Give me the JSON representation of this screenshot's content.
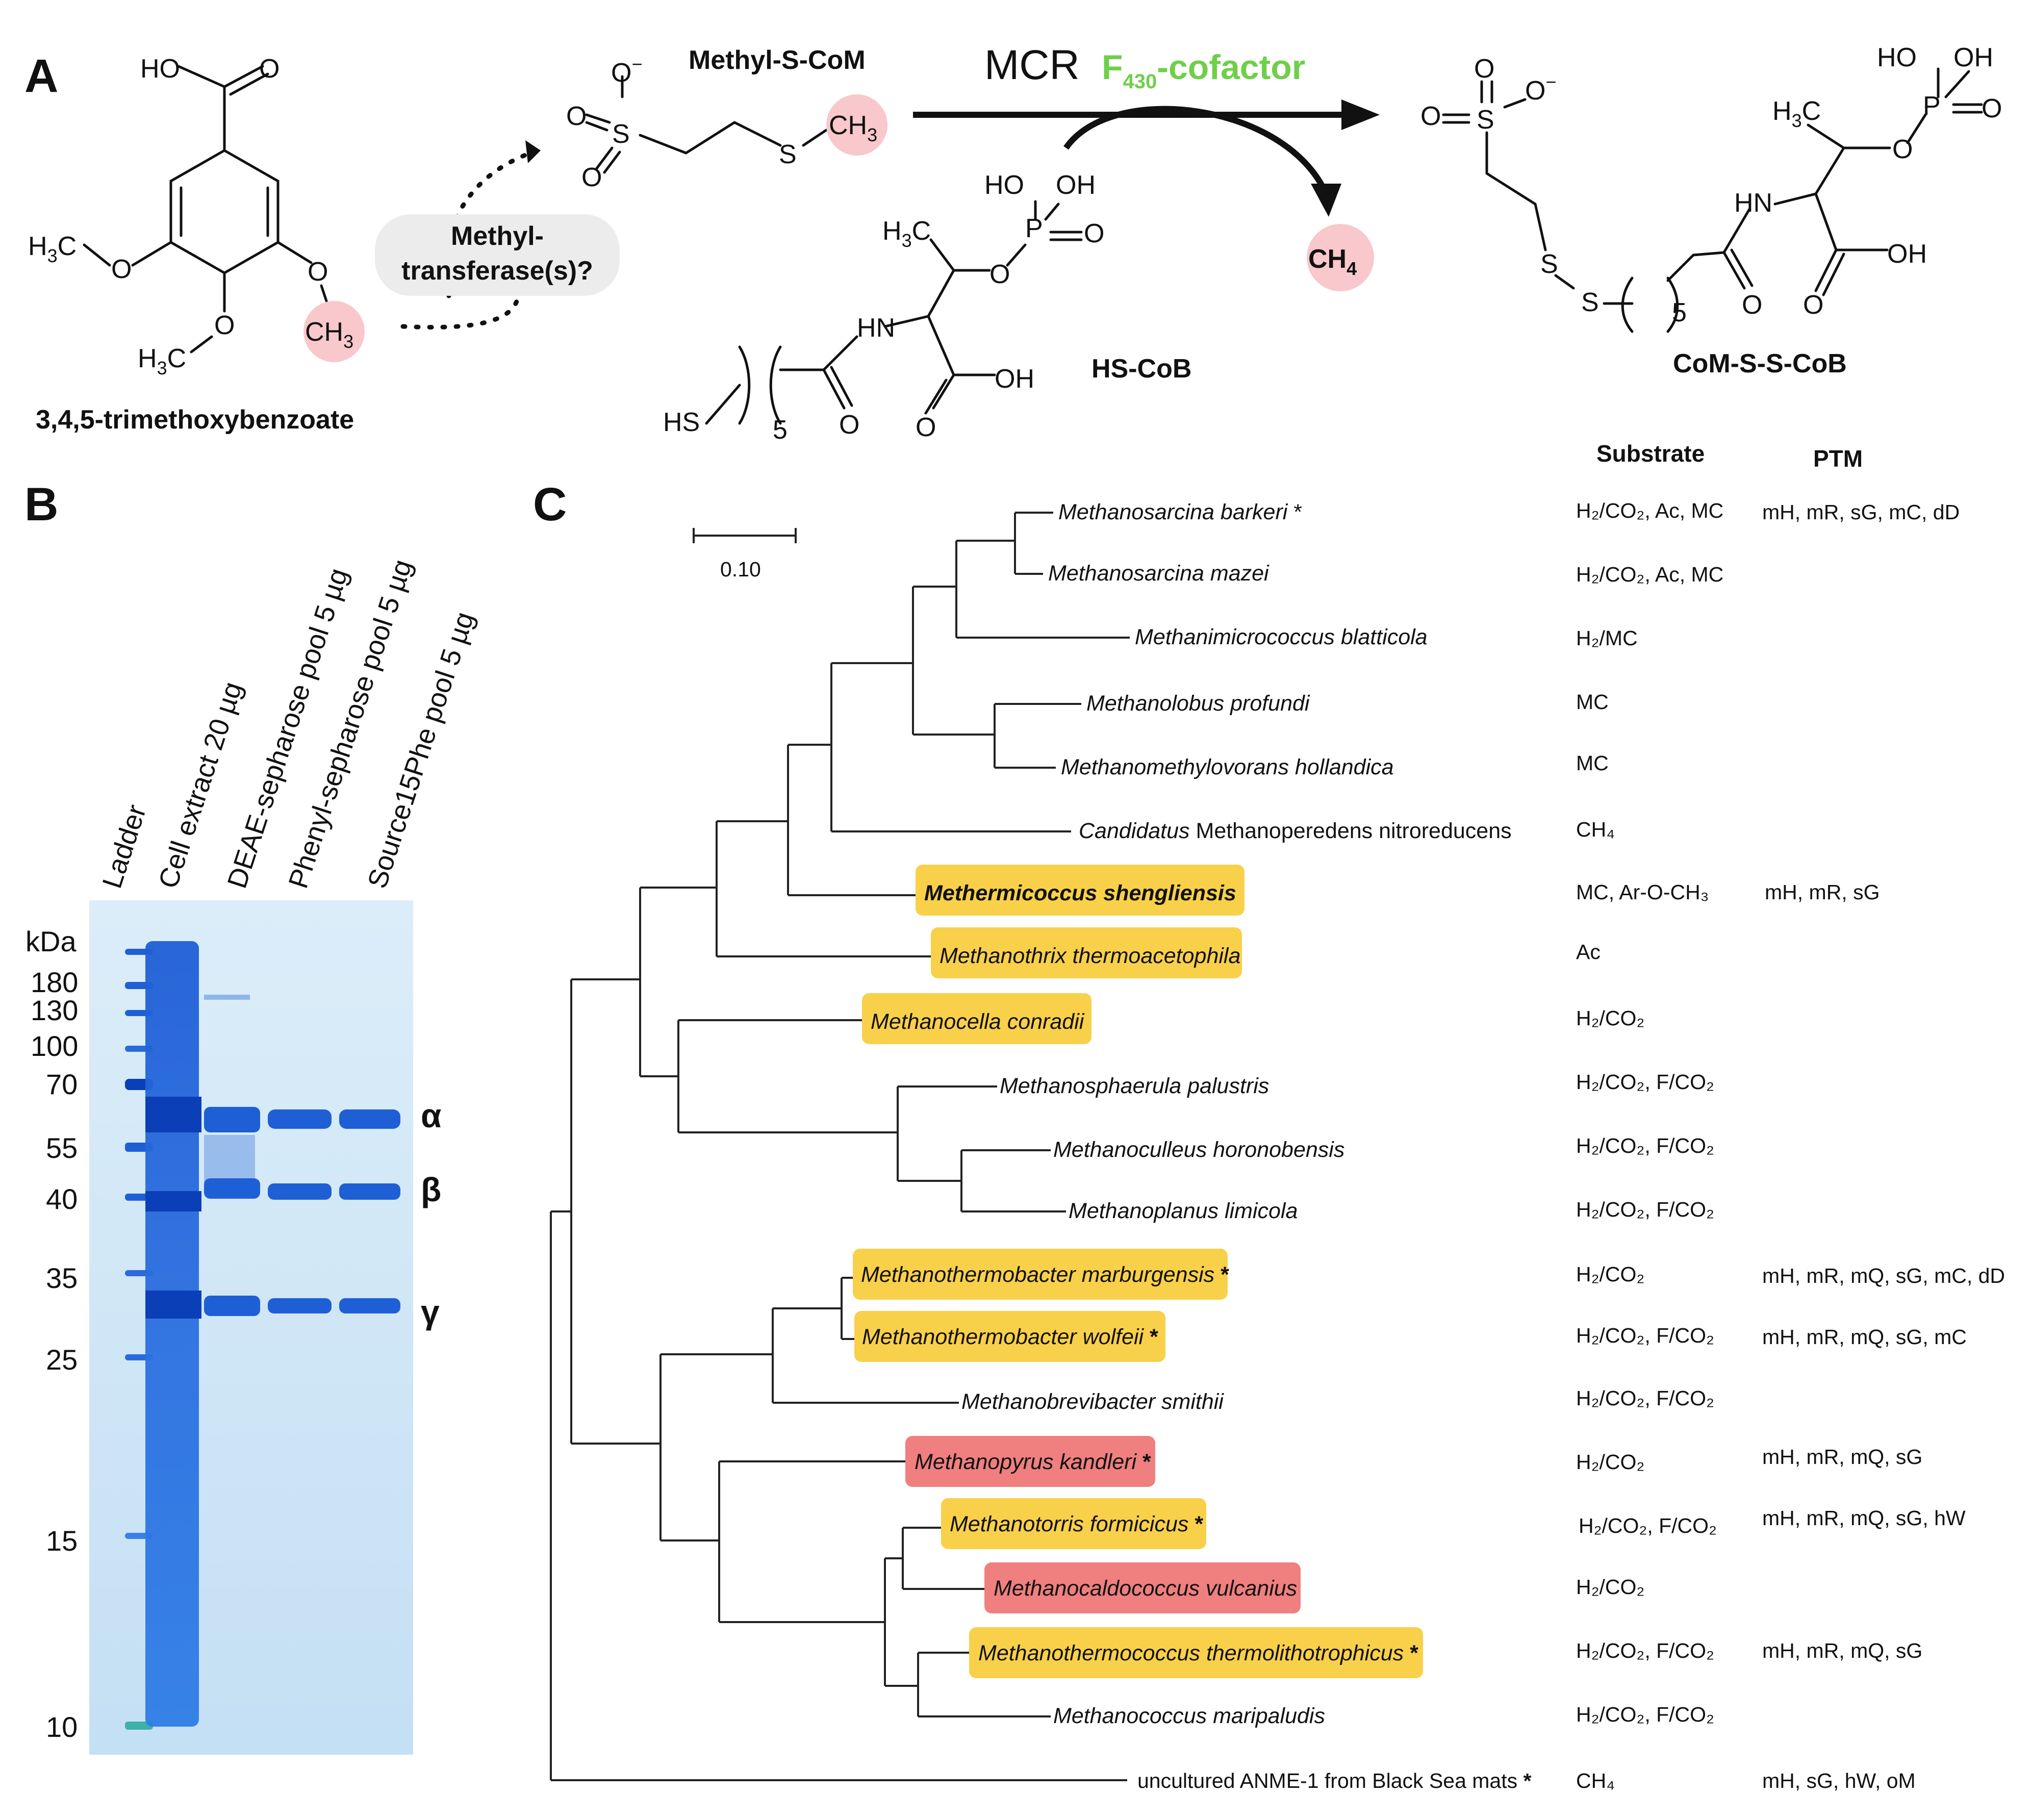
{
  "panels": {
    "a": "A",
    "b": "B",
    "c": "C"
  },
  "panel_a": {
    "substrate_name": "3,4,5-trimethoxybenzoate",
    "substrate_groups": {
      "acid": "HO",
      "acid_o": "O",
      "methoxy_left_h": "H",
      "methoxy_left_sub": "3",
      "methoxy_left_c": "C",
      "methoxy_bottom_h": "H",
      "methoxy_bottom_sub": "3",
      "methoxy_bottom_c": "C",
      "o": "O",
      "ch3_c": "CH",
      "ch3_sub": "3"
    },
    "methyltransferase_label": [
      "Methyl-",
      "transferase(s)?"
    ],
    "methyl_scom": "Methyl-S-CoM",
    "scom_atoms": {
      "o_minus": "O",
      "minus": "−",
      "o": "O",
      "s": "S",
      "ch3": "CH",
      "ch3_sub": "3"
    },
    "mcr_label": "MCR",
    "cofactor_label": {
      "f": "F",
      "sub": "430",
      "rest": "-cofactor"
    },
    "ch4": {
      "c": "CH",
      "sub": "4"
    },
    "hscob": "HS-CoB",
    "hscob_atoms": {
      "ho": "HO",
      "oh": "OH",
      "p": "P",
      "o": "O",
      "h3c_h": "H",
      "h3c_sub": "3",
      "h3c_c": "C",
      "hn": "HN",
      "hs": "HS",
      "n5": "5"
    },
    "product": "CoM-S-S-CoB",
    "product_atoms": {
      "ho": "HO",
      "oh": "OH",
      "p": "P",
      "o": "O",
      "h3c_h": "H",
      "h3c_sub": "3",
      "h3c_c": "C",
      "hn": "HN",
      "s": "S",
      "n5": "5",
      "o_minus": "O",
      "minus": "−"
    }
  },
  "panel_b": {
    "lanes": [
      "Ladder",
      "Cell extract 20 µg",
      "DEAE-sepharose pool 5 µg",
      "Phenyl-sepharose pool 5 µg",
      "Source15Phe pool 5 µg"
    ],
    "unit": "kDa",
    "markers": [
      "180",
      "130",
      "100",
      "70",
      "55",
      "40",
      "35",
      "25",
      "15",
      "10"
    ],
    "subunits": [
      "α",
      "β",
      "γ"
    ],
    "colors": {
      "gel_bg": "#cfe6f7",
      "band": "#1f5fd6",
      "band_dark": "#0b3fb8"
    }
  },
  "panel_c": {
    "scale_label": "0.10",
    "headers": {
      "substrate": "Substrate",
      "ptm": "PTM"
    },
    "taxa": [
      {
        "name": "Methanosarcina barkeri",
        "star": "*",
        "substrate": "H₂/CO₂, Ac, MC",
        "ptm": "mH, mR, sG, mC, dD",
        "highlight": "none"
      },
      {
        "name": "Methanosarcina mazei",
        "star": "",
        "substrate": "H₂/CO₂, Ac, MC",
        "ptm": "",
        "highlight": "none"
      },
      {
        "name": "Methanimicrococcus blatticola",
        "star": "",
        "substrate": "H₂/MC",
        "ptm": "",
        "highlight": "none"
      },
      {
        "name": "Methanolobus profundi",
        "star": "",
        "substrate": "MC",
        "ptm": "",
        "highlight": "none"
      },
      {
        "name": "Methanomethylovorans hollandica",
        "star": "",
        "substrate": "MC",
        "ptm": "",
        "highlight": "none"
      },
      {
        "name_prefix": "Candidatus",
        "name": "Methanoperedens nitroreducens",
        "star": "",
        "substrate": "CH₄",
        "ptm": "",
        "highlight": "none"
      },
      {
        "name": "Methermicoccus shengliensis",
        "star": "",
        "substrate": "MC, Ar-O-CH₃",
        "ptm": "mH, mR, sG",
        "highlight": "yellow",
        "bold": true
      },
      {
        "name": "Methanothrix thermoacetophila",
        "star": "",
        "substrate": "Ac",
        "ptm": "",
        "highlight": "yellow"
      },
      {
        "name": "Methanocella conradii",
        "star": "",
        "substrate": "H₂/CO₂",
        "ptm": "",
        "highlight": "yellow"
      },
      {
        "name": "Methanosphaerula palustris",
        "star": "",
        "substrate": "H₂/CO₂, F/CO₂",
        "ptm": "",
        "highlight": "none"
      },
      {
        "name": "Methanoculleus horonobensis",
        "star": "",
        "substrate": "H₂/CO₂, F/CO₂",
        "ptm": "",
        "highlight": "none"
      },
      {
        "name": "Methanoplanus limicola",
        "star": "",
        "substrate": "H₂/CO₂, F/CO₂",
        "ptm": "",
        "highlight": "none"
      },
      {
        "name": "Methanothermobacter marburgensis",
        "star": "*",
        "substrate": "H₂/CO₂",
        "ptm": "mH, mR, mQ, sG, mC, dD",
        "highlight": "yellow"
      },
      {
        "name": "Methanothermobacter wolfeii",
        "star": "*",
        "substrate": "H₂/CO₂, F/CO₂",
        "ptm": "mH, mR, mQ, sG, mC",
        "highlight": "yellow"
      },
      {
        "name": "Methanobrevibacter smithii",
        "star": "",
        "substrate": "H₂/CO₂, F/CO₂",
        "ptm": "",
        "highlight": "none"
      },
      {
        "name": "Methanopyrus kandleri",
        "star": "*",
        "substrate": "H₂/CO₂",
        "ptm": "mH, mR, mQ, sG",
        "highlight": "red"
      },
      {
        "name": "Methanotorris formicicus",
        "star": "*",
        "substrate": "H₂/CO₂, F/CO₂",
        "ptm": "mH, mR, mQ, sG, hW",
        "highlight": "yellow"
      },
      {
        "name": "Methanocaldococcus vulcanius",
        "star": "",
        "substrate": "H₂/CO₂",
        "ptm": "",
        "highlight": "red"
      },
      {
        "name": "Methanothermococcus thermolithotrophicus",
        "star": "*",
        "substrate": "H₂/CO₂, F/CO₂",
        "ptm": "mH, mR, mQ, sG",
        "highlight": "yellow"
      },
      {
        "name": "Methanococcus maripaludis",
        "star": "",
        "substrate": "H₂/CO₂, F/CO₂",
        "ptm": "",
        "highlight": "none"
      },
      {
        "name": "uncultured ANME-1 from Black Sea mats",
        "star": "*",
        "substrate": "CH₄",
        "ptm": "mH, sG, hW, oM",
        "highlight": "none",
        "upright": true
      }
    ],
    "colors": {
      "yellow": "#f9d04a",
      "red": "#f07f7f",
      "green": "#6fcf4a",
      "pink": "#f8c8cc"
    }
  }
}
